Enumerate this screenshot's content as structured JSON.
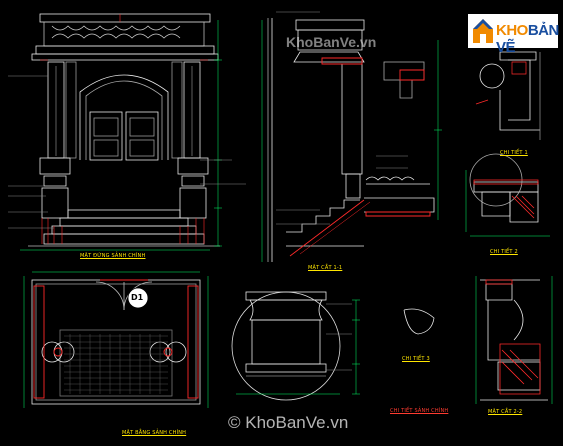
{
  "labels": {
    "front_elevation": "MẶT ĐỨNG SẢNH CHÍNH",
    "section_11": "MẶT CẮT 1-1",
    "detail_1": "CHI TIẾT 1",
    "detail_2": "CHI TIẾT 2",
    "detail_3": "CHI TIẾT 3",
    "section_22": "MẶT CẮT 2-2",
    "main_hall_detail": "CHI TIẾT SẢNH CHÍNH",
    "plan_view": "MẶT BẰNG SẢNH CHÍNH"
  },
  "markers": {
    "d1": "D1"
  },
  "watermark": {
    "top": "KhoBanVe.vn",
    "bottom": "© KhoBanVe.vn"
  },
  "logo": {
    "part1": "KHO",
    "part2": "BẢN VẼ"
  },
  "colors": {
    "background": "#000000",
    "line_white": "#e8e8e8",
    "line_gray": "#8a8a8a",
    "hatch_red": "#ff2a2a",
    "label_yellow": "#ffe600",
    "dim_green": "#00ff66",
    "logo_orange": "#f18a00",
    "logo_blue": "#1a4fa0"
  }
}
